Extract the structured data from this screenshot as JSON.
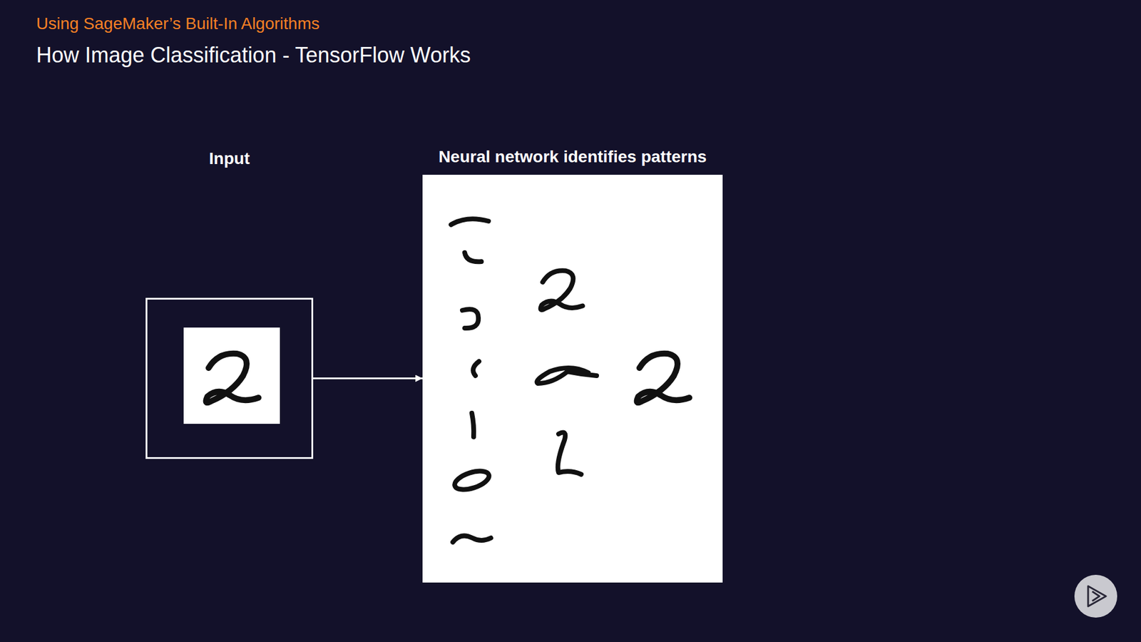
{
  "diagram": {
    "title": "How Image Classification - TensorFlow Works",
    "nodes": [
      {
        "text": [
          "Input"
        ]
      },
      {
        "text": [
          "Neural network identifies patterns"
        ]
      }
    ],
    "edges": [
      {
        "from": 0,
        "to": 1,
        "arrow": "to"
      }
    ],
    "labels": [
      "Using SageMaker’s Built-In Algorithms"
    ]
  }
}
